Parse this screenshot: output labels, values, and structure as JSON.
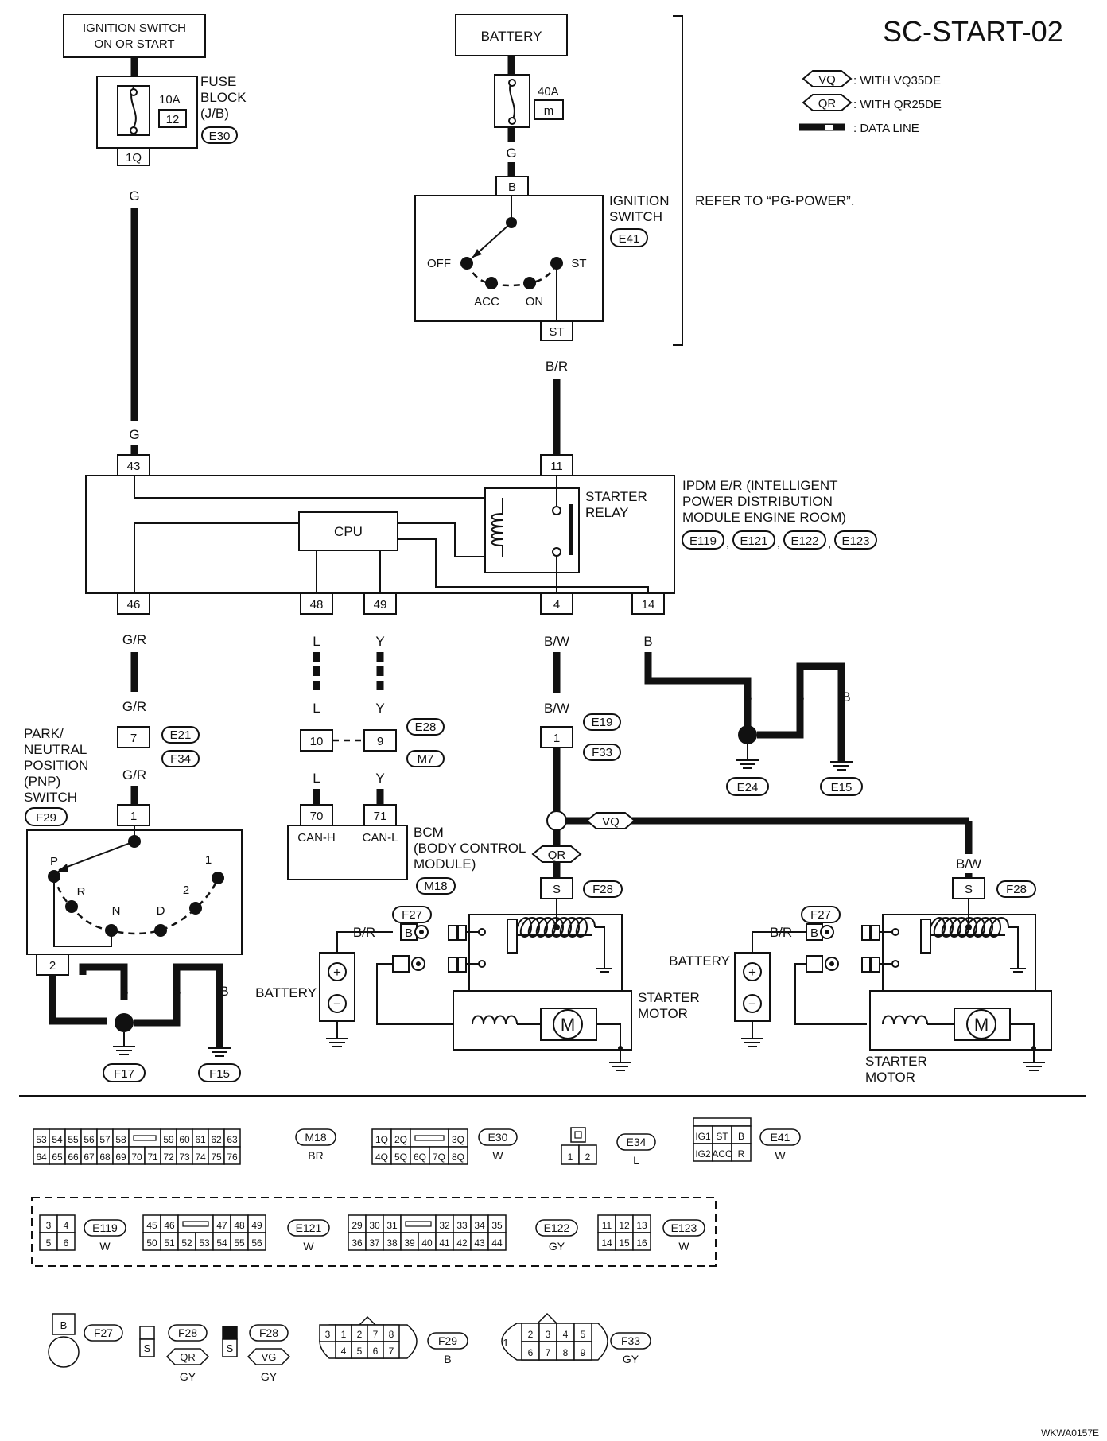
{
  "title": "SC-START-02",
  "footer_code": "WKWA0157E",
  "legend": {
    "vq_tag": "VQ",
    "vq_text": ": WITH VQ35DE",
    "qr_tag": "QR",
    "qr_text": ": WITH QR25DE",
    "data_line_text": ": DATA LINE"
  },
  "ignition_source": {
    "line1": "IGNITION SWITCH",
    "line2": "ON OR START"
  },
  "fuse_block": {
    "name1": "FUSE",
    "name2": "BLOCK",
    "name3": "(J/B)",
    "amps": "10A",
    "number": "12",
    "connector": "E30",
    "terminal": "1Q",
    "wire": "G"
  },
  "battery_top": {
    "label": "BATTERY",
    "fuse_amps": "40A",
    "fuse_id": "m",
    "wire": "G"
  },
  "ignition_switch": {
    "name1": "IGNITION",
    "name2": "SWITCH",
    "connector": "E41",
    "terminal_in": "B",
    "terminal_out": "ST",
    "off": "OFF",
    "acc": "ACC",
    "on": "ON",
    "st": "ST",
    "wire_out": "B/R",
    "refer": "REFER TO “PG-POWER”."
  },
  "ipdm": {
    "line1": "IPDM E/R (INTELLIGENT",
    "line2": "POWER DISTRIBUTION",
    "line3": "MODULE ENGINE ROOM)",
    "connectors": [
      "E119",
      "E121",
      "E122",
      "E123"
    ],
    "cpu": "CPU",
    "relay1": "STARTER",
    "relay2": "RELAY",
    "pin_43": "43",
    "pin_11": "11",
    "pin_46": "46",
    "pin_48": "48",
    "pin_49": "49",
    "pin_4": "4",
    "pin_14": "14",
    "wire_43": "G"
  },
  "wires": {
    "gr": "G/R",
    "l": "L",
    "y": "Y",
    "bw": "B/W",
    "b": "B",
    "br": "B/R"
  },
  "pnp": {
    "line1": "PARK/",
    "line2": "NEUTRAL",
    "line3": "POSITION",
    "line4": "(PNP)",
    "line5": "SWITCH",
    "connector": "F29",
    "pin_top": "1",
    "pin_bottom": "2",
    "p": "P",
    "r": "R",
    "n": "N",
    "d": "D",
    "two": "2",
    "one": "1",
    "joint": "7",
    "joint_c1": "E21",
    "joint_c2": "F34"
  },
  "can": {
    "pin10": "10",
    "pin9": "9",
    "c1": "E28",
    "c2": "M7",
    "pin70": "70",
    "pin71": "71",
    "canh": "CAN-H",
    "canl": "CAN-L"
  },
  "bcm": {
    "line1": "BCM",
    "line2": "(BODY CONTROL",
    "line3": "MODULE)",
    "connector": "M18"
  },
  "starter_joint": {
    "pin": "1",
    "c1": "E19",
    "c2": "F33"
  },
  "grounds": {
    "e24": "E24",
    "e15": "E15",
    "f17": "F17",
    "f15": "F15"
  },
  "starter": {
    "s": "S",
    "f28": "F28",
    "f27": "F27",
    "b": "B",
    "battery": "BATTERY",
    "name1": "STARTER",
    "name2": "MOTOR",
    "motor": "M"
  },
  "connector_views": {
    "m18_row1": [
      "53",
      "54",
      "55",
      "56",
      "57",
      "58",
      "",
      "59",
      "60",
      "61",
      "62",
      "63"
    ],
    "m18_row2": [
      "64",
      "65",
      "66",
      "67",
      "68",
      "69",
      "70",
      "71",
      "72",
      "73",
      "74",
      "75",
      "76"
    ],
    "m18": "M18",
    "m18_color": "BR",
    "e30_row1": [
      "1Q",
      "2Q",
      "",
      "3Q"
    ],
    "e30_row2": [
      "4Q",
      "5Q",
      "6Q",
      "7Q",
      "8Q"
    ],
    "e30": "E30",
    "e30_color": "W",
    "e34_row": [
      "1",
      "2"
    ],
    "e34": "E34",
    "e34_color": "L",
    "e41_row1": [
      "IG1",
      "ST",
      "B"
    ],
    "e41_row2": [
      "IG2",
      "ACC",
      "R"
    ],
    "e41": "E41",
    "e41_color": "W",
    "e119_row1": [
      "3",
      "4"
    ],
    "e119_row2": [
      "5",
      "6"
    ],
    "e119": "E119",
    "e119_color": "W",
    "e121_row1": [
      "45",
      "46",
      "",
      "47",
      "48",
      "49"
    ],
    "e121_row2": [
      "50",
      "51",
      "52",
      "53",
      "54",
      "55",
      "56"
    ],
    "e121": "E121",
    "e121_color": "W",
    "e122_row1": [
      "29",
      "30",
      "31",
      "",
      "32",
      "33",
      "34",
      "35"
    ],
    "e122_row2": [
      "36",
      "37",
      "38",
      "39",
      "40",
      "41",
      "42",
      "43",
      "44"
    ],
    "e122": "E122",
    "e122_color": "GY",
    "e123_row1": [
      "11",
      "12",
      "13"
    ],
    "e123_row2": [
      "14",
      "15",
      "16"
    ],
    "e123": "E123",
    "e123_color": "W",
    "f27": "F27",
    "f27_pin": "B",
    "f28a": "F28",
    "f28a_pin": "S",
    "f28a_tag": "QR",
    "f28a_color": "GY",
    "f28b": "F28",
    "f28b_pin": "S",
    "f28b_tag": "VG",
    "f28b_color": "GY",
    "f29_row1": [
      "3",
      "1",
      "2",
      "7",
      "8"
    ],
    "f29_row2": [
      "4",
      "5",
      "6",
      "7"
    ],
    "f29": "F29",
    "f29_color": "B",
    "f33_left": "1",
    "f33_row1": [
      "2",
      "3",
      "4",
      "5"
    ],
    "f33_row2": [
      "6",
      "7",
      "8",
      "9"
    ],
    "f33": "F33",
    "f33_color": "GY"
  }
}
